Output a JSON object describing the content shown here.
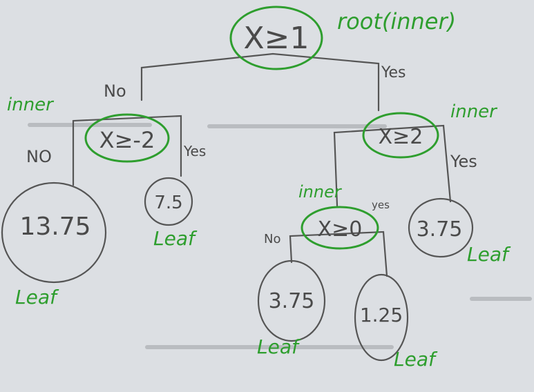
{
  "colors": {
    "paper": "#dcdfe3",
    "pencil": "#4a4a4a",
    "marker_green": "#2e9e2e",
    "bleed_through": "#b9bcc0"
  },
  "tree": {
    "root": {
      "condition": "X≥1",
      "annotation": "root(inner)"
    },
    "left_inner": {
      "condition": "X≥-2",
      "annotation": "inner"
    },
    "right_inner": {
      "condition": "X≥2",
      "annotation": "inner"
    },
    "right_left_inner": {
      "condition": "X≥0",
      "annotation": "inner"
    },
    "leaves": [
      {
        "value": "13.75",
        "annotation": "Leaf"
      },
      {
        "value": "7.5",
        "annotation": "Leaf"
      },
      {
        "value": "3.75",
        "annotation": "Leaf"
      },
      {
        "value": "1.25",
        "annotation": "Leaf"
      },
      {
        "value": "3.75",
        "annotation": "Leaf"
      }
    ],
    "edge_labels": {
      "root_no": "No",
      "root_yes": "Yes",
      "left_no": "NO",
      "left_yes": "Yes",
      "right_yes": "Yes",
      "rl_no": "No",
      "rl_yes": "yes"
    }
  }
}
